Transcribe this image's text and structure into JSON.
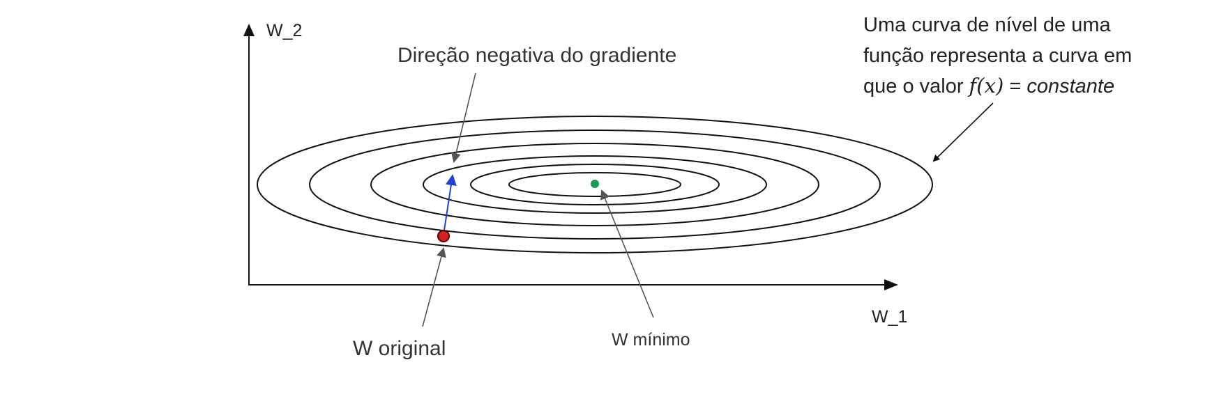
{
  "axes": {
    "x_label": "W_1",
    "y_label": "W_2"
  },
  "labels": {
    "gradient_direction": "Direção negativa do gradiente",
    "w_original": "W original",
    "w_minimo": "W mínimo"
  },
  "description": {
    "line1": "Uma curva de nível de uma",
    "line2": "função representa a curva em",
    "line3_prefix": "que o valor ",
    "line3_math": "f(x)",
    "line3_equals": " = ",
    "line3_italic": "constante"
  },
  "colors": {
    "contour": "#111111",
    "axis": "#111111",
    "gradient_arrow": "#1f3fd6",
    "start_point": "#d81e1e",
    "minimum_point": "#1a9a5a",
    "pointer": "#555555"
  }
}
